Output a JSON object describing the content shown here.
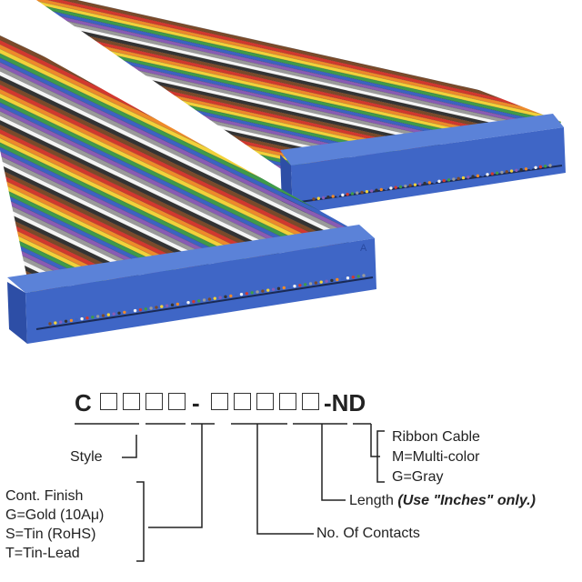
{
  "part_number": {
    "prefix": "C",
    "dash1": "-",
    "suffix": "-ND",
    "groups": [
      4,
      5
    ]
  },
  "labels": {
    "style": "Style",
    "finish_title": "Cont. Finish",
    "finish_gold": "G=Gold (10Aμ)",
    "finish_tin": "S=Tin (RoHS)",
    "finish_tinlead": "T=Tin-Lead",
    "contacts": "No. Of Contacts",
    "length": "Length",
    "length_note": "(Use \"Inches\" only.)",
    "ribbon_title": "Ribbon Cable",
    "ribbon_multi": "M=Multi-color",
    "ribbon_gray": "G=Gray"
  },
  "connector_marking": "A",
  "colors": {
    "connector": "#3f66c6",
    "wire_sequence": [
      "#7a4a2a",
      "#d2382e",
      "#ee8a2a",
      "#f2d23a",
      "#3f9a4a",
      "#3b63c2",
      "#8a5bb4",
      "#9a9a9a",
      "#f4f4f4",
      "#333333"
    ]
  }
}
